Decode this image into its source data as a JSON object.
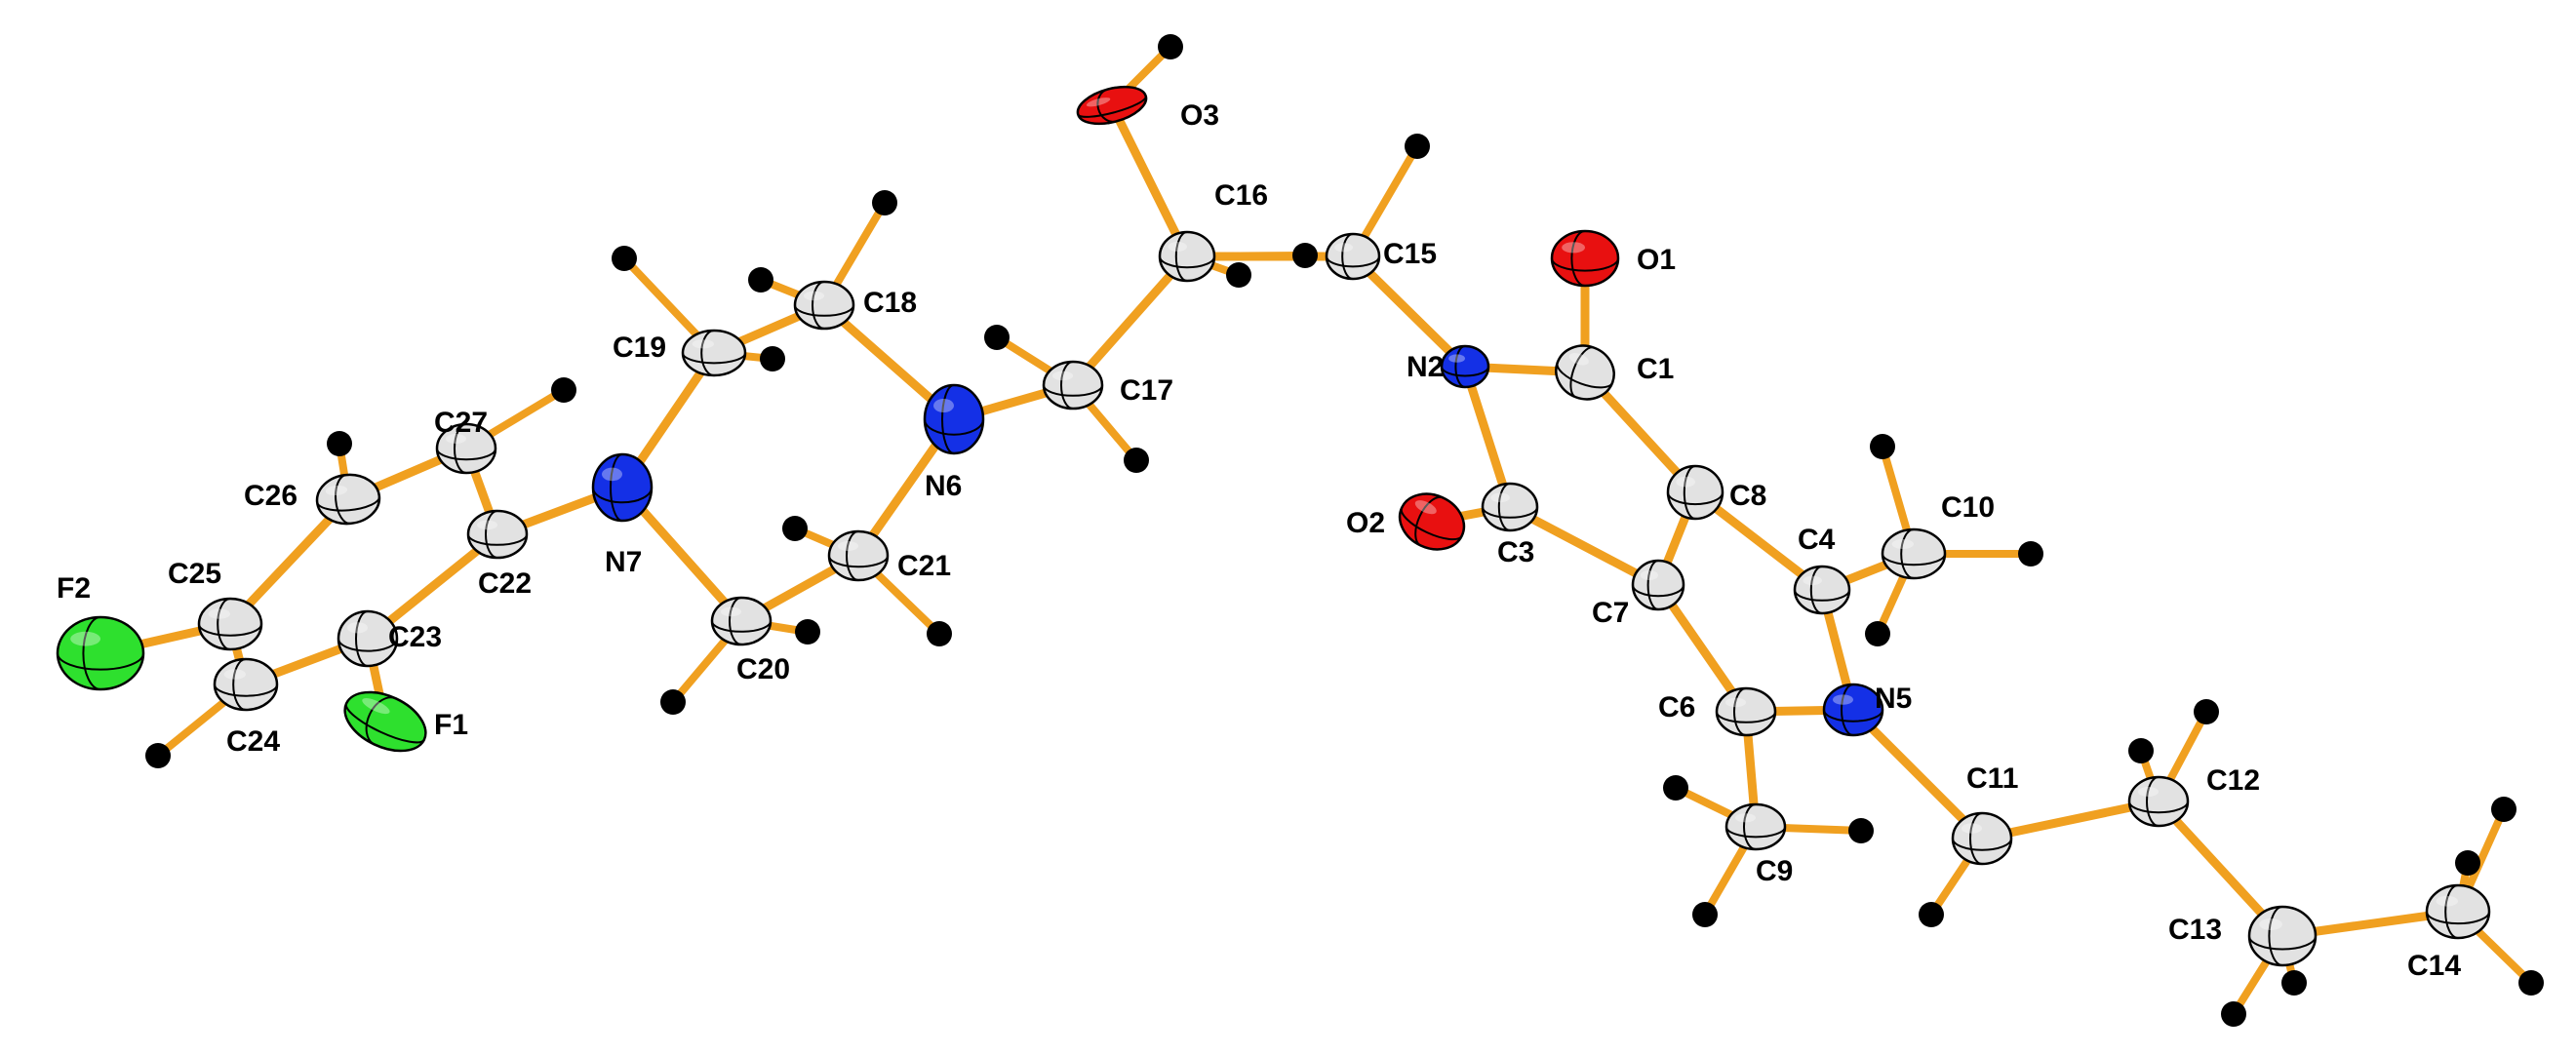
{
  "diagram": {
    "type": "ORTEP molecular structure",
    "colors": {
      "bond": "#f0a020",
      "carbon": "#e2e2e2",
      "nitrogen": "#1430e6",
      "oxygen": "#e81010",
      "fluorine": "#2ee02e",
      "hydrogen": "#000000"
    },
    "atoms": [
      {
        "id": "O3",
        "label": "O3",
        "element": "O"
      },
      {
        "id": "C16",
        "label": "C16",
        "element": "C"
      },
      {
        "id": "C15",
        "label": "C15",
        "element": "C"
      },
      {
        "id": "O1",
        "label": "O1",
        "element": "O"
      },
      {
        "id": "C18",
        "label": "C18",
        "element": "C"
      },
      {
        "id": "C19",
        "label": "C19",
        "element": "C"
      },
      {
        "id": "N2",
        "label": "N2",
        "element": "N"
      },
      {
        "id": "C1",
        "label": "C1",
        "element": "C"
      },
      {
        "id": "C17",
        "label": "C17",
        "element": "C"
      },
      {
        "id": "C27",
        "label": "C27",
        "element": "C"
      },
      {
        "id": "N6",
        "label": "N6",
        "element": "N"
      },
      {
        "id": "C26",
        "label": "C26",
        "element": "C"
      },
      {
        "id": "C8",
        "label": "C8",
        "element": "C"
      },
      {
        "id": "C10",
        "label": "C10",
        "element": "C"
      },
      {
        "id": "C4",
        "label": "C4",
        "element": "C"
      },
      {
        "id": "O2",
        "label": "O2",
        "element": "O"
      },
      {
        "id": "C3",
        "label": "C3",
        "element": "C"
      },
      {
        "id": "C21",
        "label": "C21",
        "element": "C"
      },
      {
        "id": "N7",
        "label": "N7",
        "element": "N"
      },
      {
        "id": "C22",
        "label": "C22",
        "element": "C"
      },
      {
        "id": "F2",
        "label": "F2",
        "element": "F"
      },
      {
        "id": "C25",
        "label": "C25",
        "element": "C"
      },
      {
        "id": "C7",
        "label": "C7",
        "element": "C"
      },
      {
        "id": "C23",
        "label": "C23",
        "element": "C"
      },
      {
        "id": "C20",
        "label": "C20",
        "element": "C"
      },
      {
        "id": "N5",
        "label": "N5",
        "element": "N"
      },
      {
        "id": "C6",
        "label": "C6",
        "element": "C"
      },
      {
        "id": "F1",
        "label": "F1",
        "element": "F"
      },
      {
        "id": "C24",
        "label": "C24",
        "element": "C"
      },
      {
        "id": "C11",
        "label": "C11",
        "element": "C"
      },
      {
        "id": "C12",
        "label": "C12",
        "element": "C"
      },
      {
        "id": "C9",
        "label": "C9",
        "element": "C"
      },
      {
        "id": "C13",
        "label": "C13",
        "element": "C"
      },
      {
        "id": "C14",
        "label": "C14",
        "element": "C"
      }
    ],
    "bonds": [
      [
        "O3",
        "C16"
      ],
      [
        "C16",
        "C15"
      ],
      [
        "C16",
        "C17"
      ],
      [
        "C17",
        "N6"
      ],
      [
        "C15",
        "N2"
      ],
      [
        "N2",
        "C1"
      ],
      [
        "N2",
        "C3"
      ],
      [
        "C1",
        "O1"
      ],
      [
        "C1",
        "C8"
      ],
      [
        "C3",
        "O2"
      ],
      [
        "C3",
        "C7"
      ],
      [
        "C7",
        "C8"
      ],
      [
        "C8",
        "C4"
      ],
      [
        "C4",
        "C10"
      ],
      [
        "C4",
        "N5"
      ],
      [
        "C7",
        "C6"
      ],
      [
        "C6",
        "N5"
      ],
      [
        "C6",
        "C9"
      ],
      [
        "N5",
        "C11"
      ],
      [
        "C11",
        "C12"
      ],
      [
        "C12",
        "C13"
      ],
      [
        "C13",
        "C14"
      ],
      [
        "N6",
        "C18"
      ],
      [
        "N6",
        "C21"
      ],
      [
        "C18",
        "C19"
      ],
      [
        "C19",
        "N7"
      ],
      [
        "C21",
        "C20"
      ],
      [
        "C20",
        "N7"
      ],
      [
        "N7",
        "C22"
      ],
      [
        "C22",
        "C27"
      ],
      [
        "C22",
        "C23"
      ],
      [
        "C27",
        "C26"
      ],
      [
        "C26",
        "C25"
      ],
      [
        "C25",
        "C24"
      ],
      [
        "C24",
        "C23"
      ],
      [
        "C25",
        "F2"
      ],
      [
        "C23",
        "F1"
      ]
    ]
  }
}
